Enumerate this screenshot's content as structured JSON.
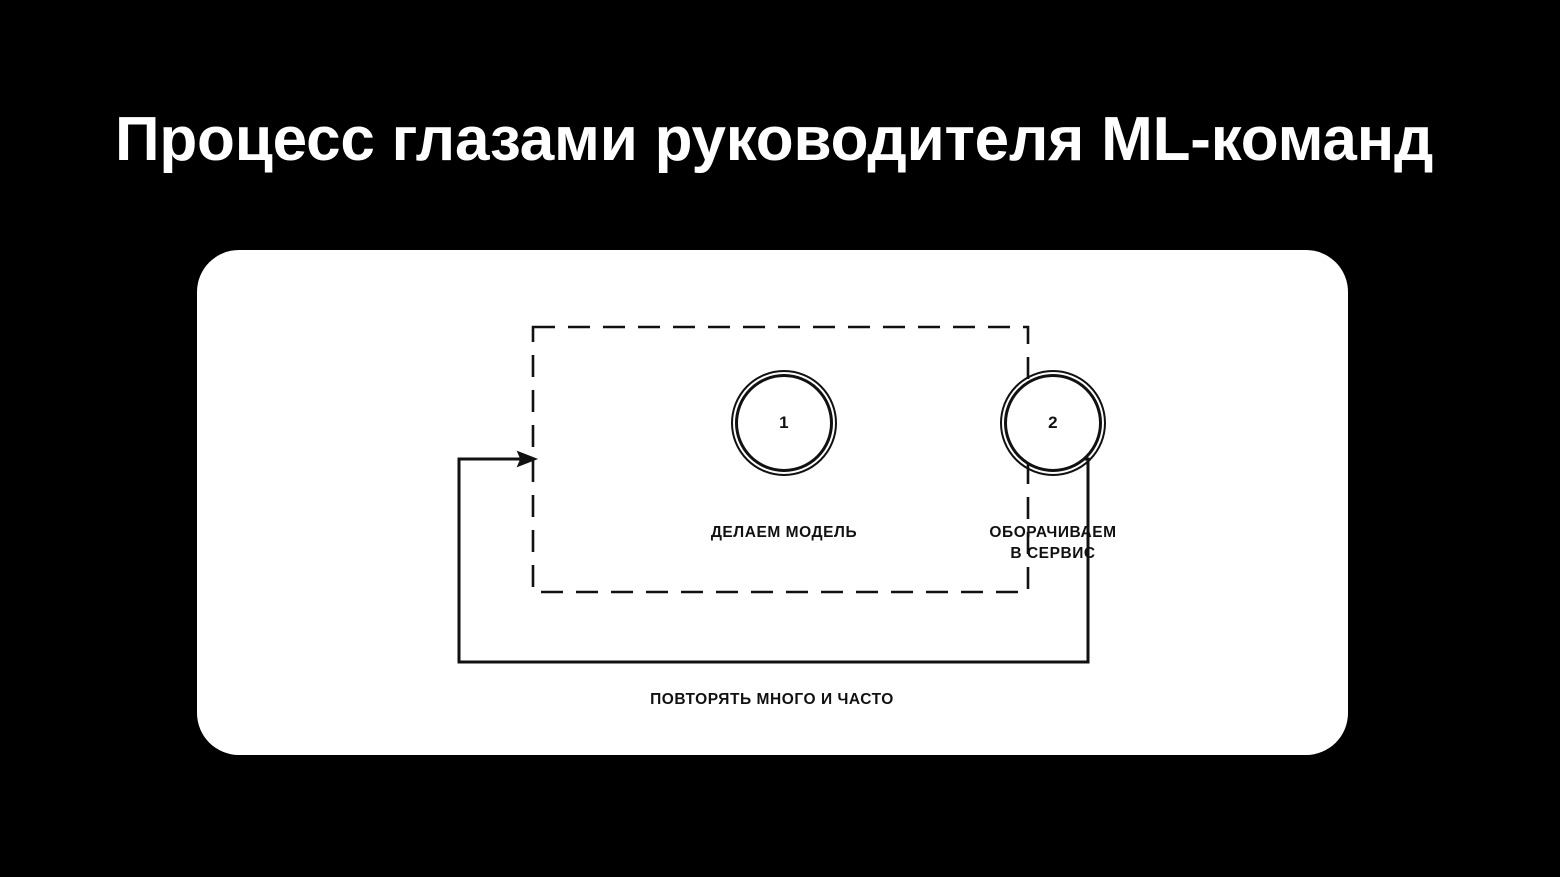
{
  "slide": {
    "title": "Процесс глазами руководителя ML-команд",
    "background_color": "#000000",
    "card_color": "#ffffff",
    "ink_color": "#111111"
  },
  "diagram": {
    "type": "process-loop",
    "grouping_box": {
      "style": "dashed",
      "label": ""
    },
    "steps": [
      {
        "number": "1",
        "label": "Делаем модель"
      },
      {
        "number": "2",
        "label": "Оборачиваем\nв сервис"
      }
    ],
    "connector": {
      "kind": "block-arrow",
      "from_step": "1",
      "to_step": "2"
    },
    "loop": {
      "caption": "Повторять много и часто",
      "direction": "right-to-left-return"
    }
  }
}
